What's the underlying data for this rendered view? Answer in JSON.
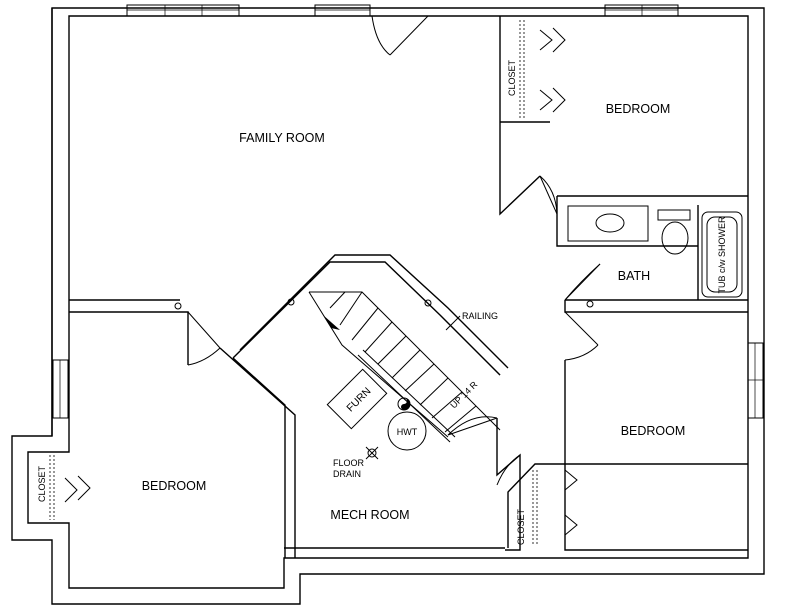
{
  "rooms": {
    "family_room": "FAMILY ROOM",
    "bedroom_top_right": "BEDROOM",
    "bath": "BATH",
    "bedroom_right": "BEDROOM",
    "bedroom_left": "BEDROOM",
    "mech_room": "MECH ROOM"
  },
  "closets": {
    "top": "CLOSET",
    "left": "CLOSET",
    "bottom": "CLOSET"
  },
  "fixtures": {
    "tub": "TUB c/w SHOWER",
    "furnace": "FURN",
    "hot_water_tank": "HWT",
    "floor_drain_line1": "FLOOR",
    "floor_drain_line2": "DRAIN",
    "stairs": "UP 14 R",
    "railing": "RAILING"
  }
}
